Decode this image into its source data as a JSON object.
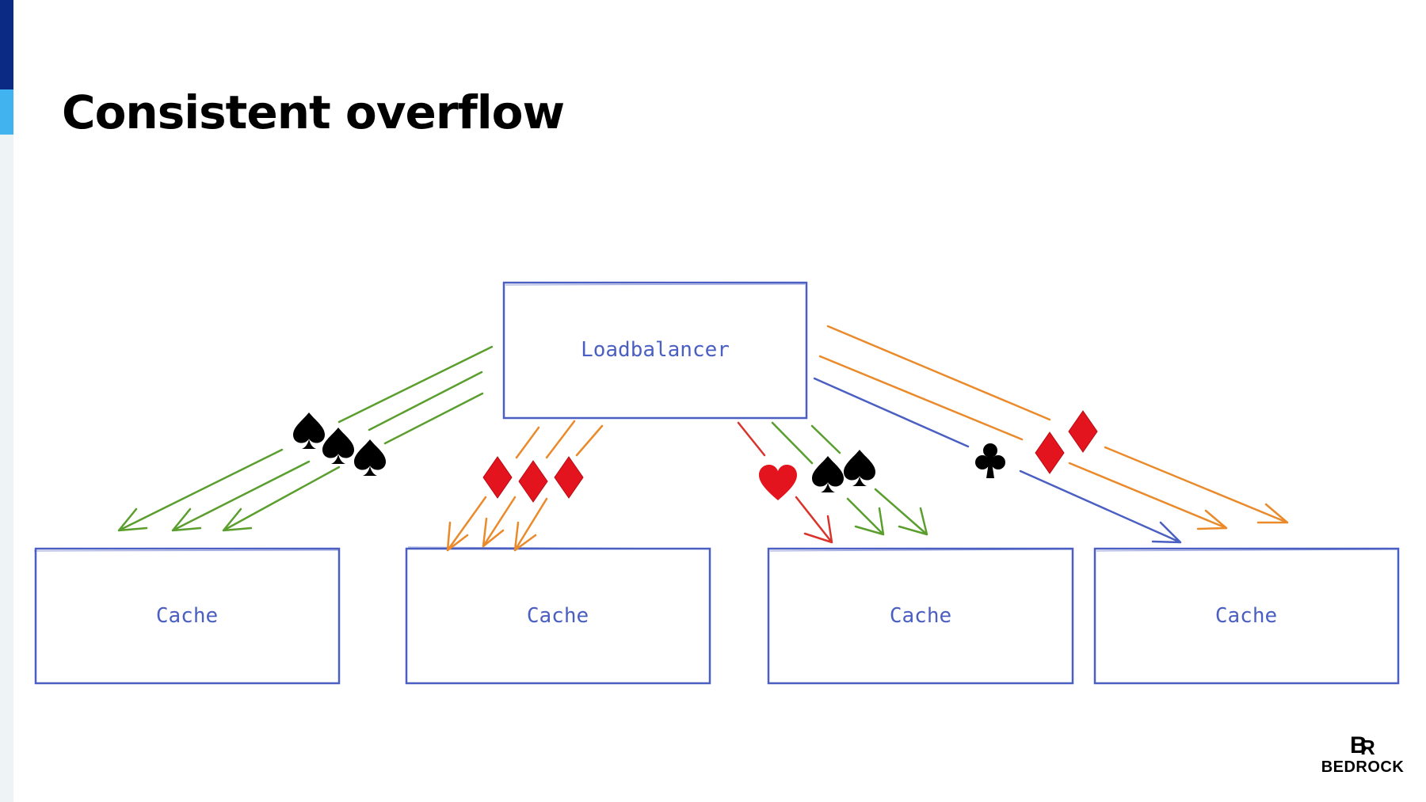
{
  "slide": {
    "title": "Consistent overflow"
  },
  "diagram": {
    "loadbalancer": {
      "label": "Loadbalancer"
    },
    "caches": [
      {
        "label": "Cache"
      },
      {
        "label": "Cache"
      },
      {
        "label": "Cache"
      },
      {
        "label": "Cache"
      }
    ],
    "flows": [
      {
        "suits": [
          "spade",
          "spade",
          "spade"
        ],
        "color": "#5a9e2e",
        "target_cache": 1
      },
      {
        "suits": [
          "diamond",
          "diamond",
          "diamond"
        ],
        "color": "#ea8a2a",
        "target_cache": 2
      },
      {
        "suits": [
          "heart"
        ],
        "color": "#d9342b",
        "target_cache": 3
      },
      {
        "suits": [
          "spade",
          "spade"
        ],
        "color": "#5a9e2e",
        "target_cache": 3
      },
      {
        "suits": [
          "club"
        ],
        "color": "#4a5fc1",
        "target_cache": 4
      },
      {
        "suits": [
          "diamond",
          "diamond"
        ],
        "color": "#ea8a2a",
        "target_cache": 4
      }
    ],
    "stroke_color": "#4a5fc1",
    "suit_colors": {
      "black": "#000000",
      "red": "#e3141d"
    }
  },
  "branding": {
    "name": "BEDROCK",
    "logo_icon": "br-logo-icon"
  }
}
